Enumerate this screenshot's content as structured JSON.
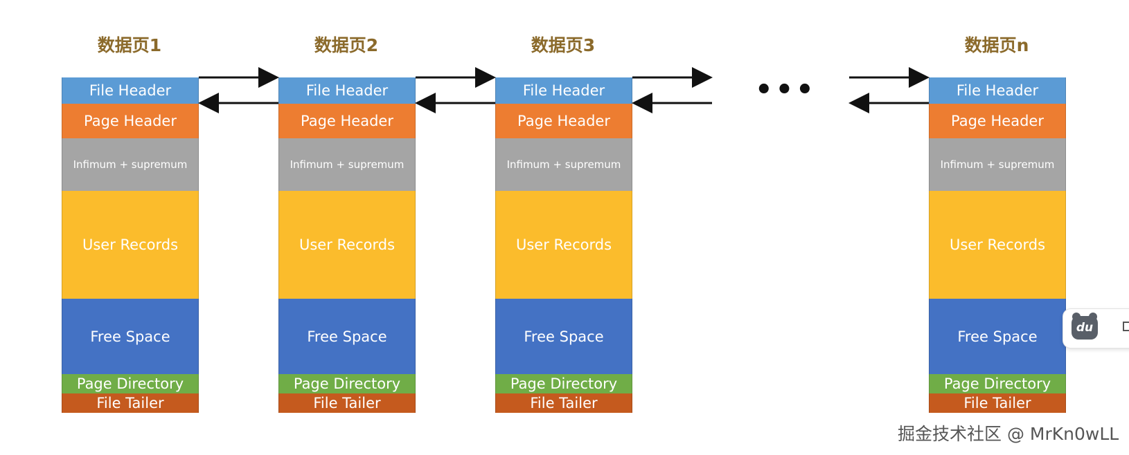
{
  "pages": [
    {
      "title": "数据页1"
    },
    {
      "title": "数据页2"
    },
    {
      "title": "数据页3"
    },
    {
      "title": "数据页n"
    }
  ],
  "segments": {
    "file_header": "File Header",
    "page_header": "Page Header",
    "infimum_supremum": "Infimum + supremum",
    "user_records": "User Records",
    "free_space": "Free Space",
    "page_directory": "Page Directory",
    "file_tailer": "File Tailer"
  },
  "colors": {
    "file_header": "#5b9bd5",
    "page_header": "#ed7d31",
    "infimum_supremum": "#a5a5a5",
    "user_records": "#fbbc2c",
    "free_space": "#4472c4",
    "page_directory": "#70ad47",
    "file_tailer": "#c55a1e",
    "title": "#8b6a2b"
  },
  "ellipsis": "•••",
  "widget": {
    "logo_text": "du",
    "logo_icon": "baidu-bear-icon"
  },
  "watermark": "掘金技术社区 @ MrKn0wLL"
}
